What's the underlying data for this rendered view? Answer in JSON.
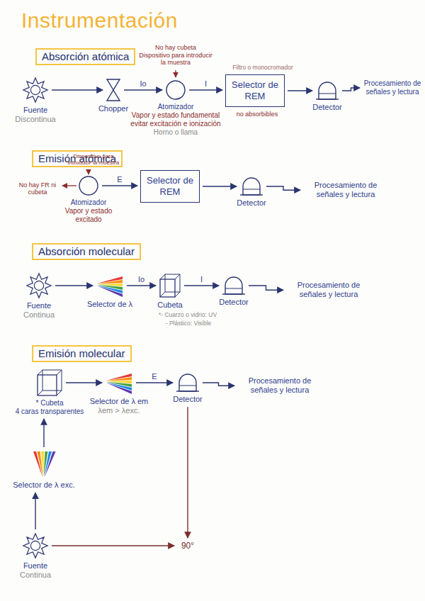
{
  "diagram": {
    "title": "Instrumentación",
    "nodes": [
      {
        "text": [
          "Absorción atómica"
        ]
      },
      {
        "text": [
          "Fuente",
          "Discontinua"
        ]
      },
      {
        "text": [
          "Chopper"
        ]
      },
      {
        "text": [
          "Atomizador",
          "Vapor y estado fundamental evitar excitación e ionización",
          "Horno o llama"
        ]
      },
      {
        "text": [
          "Selector de REM"
        ]
      },
      {
        "text": [
          "Detector"
        ]
      },
      {
        "text": [
          "Procesamiento de señales y lectura"
        ]
      },
      {
        "text": [
          "Emisión atómica"
        ]
      },
      {
        "text": [
          "Atomizador",
          "Vapor y estado excitado"
        ]
      },
      {
        "text": [
          "Selector de REM"
        ]
      },
      {
        "text": [
          "Detector"
        ]
      },
      {
        "text": [
          "Procesamiento de señales y lectura"
        ]
      },
      {
        "text": [
          "Absorción molecular"
        ]
      },
      {
        "text": [
          "Fuente",
          "Continua"
        ]
      },
      {
        "text": [
          "Selector de λ"
        ]
      },
      {
        "text": [
          "Cubeta"
        ]
      },
      {
        "text": [
          "Detector"
        ]
      },
      {
        "text": [
          "Procesamiento de señales y lectura"
        ]
      },
      {
        "text": [
          "Emisión molecular"
        ]
      },
      {
        "text": [
          "* Cubeta",
          "4 caras transparentes"
        ]
      },
      {
        "text": [
          "Selector de λ em",
          "λem > λexc."
        ]
      },
      {
        "text": [
          "Detector"
        ]
      },
      {
        "text": [
          "Procesamiento de señales y lectura"
        ]
      },
      {
        "text": [
          "Selector de λ exc."
        ]
      },
      {
        "text": [
          "Fuente",
          "Continua"
        ]
      },
      {
        "text": [
          "90°"
        ]
      }
    ],
    "edges": [
      {
        "from": 1,
        "to": 2,
        "arrow": "to"
      },
      {
        "from": 2,
        "to": 3,
        "label": "Io",
        "arrow": "to"
      },
      {
        "from": 3,
        "to": 4,
        "label": "I",
        "arrow": "to"
      },
      {
        "from": 4,
        "to": 5,
        "arrow": "to"
      },
      {
        "from": 5,
        "to": 6,
        "arrow": "to"
      },
      {
        "from": 8,
        "to": 9,
        "label": "E",
        "arrow": "to"
      },
      {
        "from": 9,
        "to": 10,
        "arrow": "to"
      },
      {
        "from": 10,
        "to": 11,
        "arrow": "to"
      },
      {
        "from": 13,
        "to": 14,
        "arrow": "to"
      },
      {
        "from": 14,
        "to": 15,
        "label": "Io",
        "arrow": "to"
      },
      {
        "from": 15,
        "to": 16,
        "label": "I",
        "arrow": "to"
      },
      {
        "from": 16,
        "to": 17,
        "arrow": "to"
      },
      {
        "from": 19,
        "to": 20,
        "arrow": "to"
      },
      {
        "from": 20,
        "to": 21,
        "label": "E",
        "arrow": "to"
      },
      {
        "from": 21,
        "to": 22,
        "arrow": "to"
      },
      {
        "from": 23,
        "to": 19,
        "arrow": "to"
      },
      {
        "from": 24,
        "to": 23,
        "arrow": "to"
      },
      {
        "from": 24,
        "to": 25,
        "arrow": "to"
      },
      {
        "from": 21,
        "to": 25,
        "arrow": "to"
      }
    ],
    "labels": [
      "No hay cubeta",
      "Dispositivo para introducir la muestra",
      "Filtro o monocromador",
      "no absorbibles",
      "Dispositivo para introducir la muestra",
      "No hay FR ni cubeta",
      "*- Cuarzo o vidrio: UV",
      "- Plástico: Visible"
    ]
  }
}
